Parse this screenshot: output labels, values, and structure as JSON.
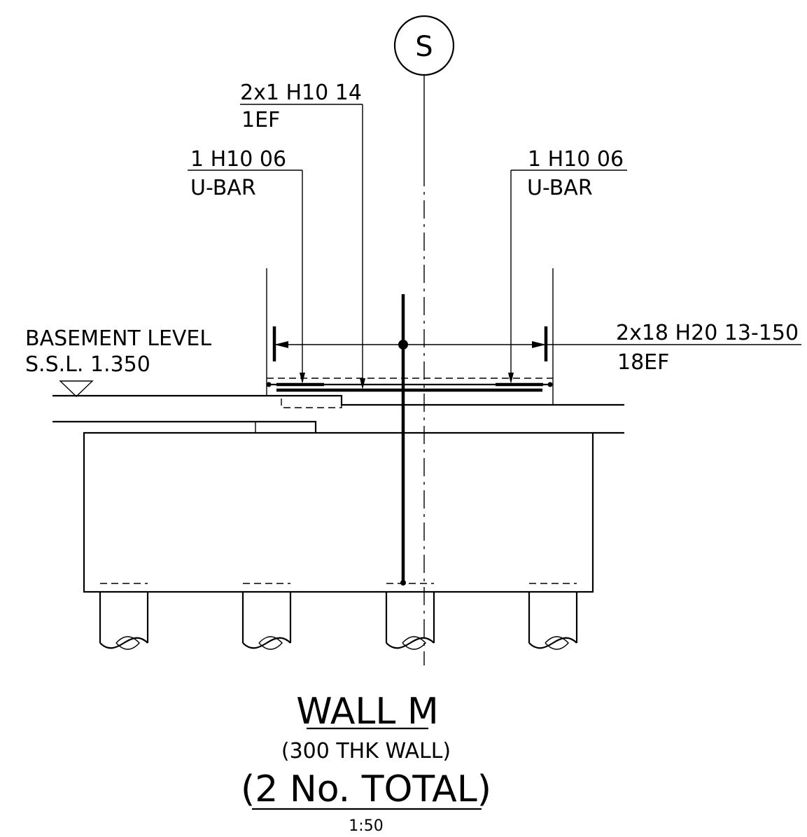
{
  "grid": {
    "label": "S"
  },
  "callouts": {
    "top_bar": {
      "line1": "2x1  H10  14",
      "line2": "1EF"
    },
    "ubar_left": {
      "line1": "1  H10  06",
      "line2": "U-BAR"
    },
    "ubar_right": {
      "line1": "1  H10  06",
      "line2": "U-BAR"
    },
    "main_bar": {
      "line1": "2x18  H20  13-150",
      "line2": "18EF"
    }
  },
  "level": {
    "line1": "BASEMENT LEVEL",
    "line2": "S.S.L. 1.350"
  },
  "title": {
    "main": "WALL  M",
    "sub": "(300  THK  WALL)",
    "total": "(2  No.  TOTAL)",
    "scale": "1:50"
  }
}
